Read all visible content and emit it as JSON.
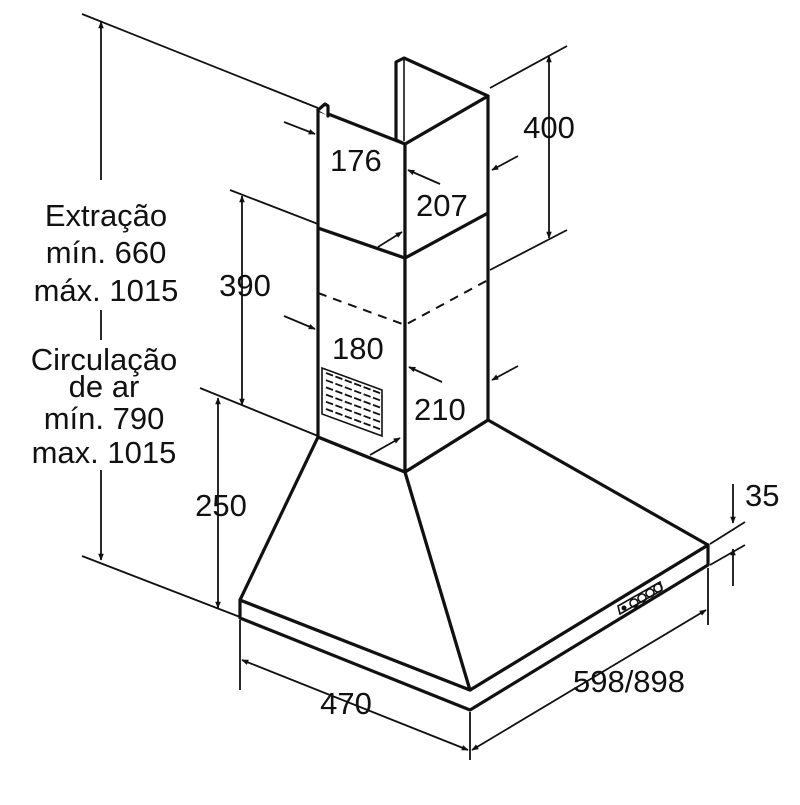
{
  "dimensions": {
    "d400": "400",
    "d176": "176",
    "d207": "207",
    "d390": "390",
    "d180": "180",
    "d210": "210",
    "d250": "250",
    "d35": "35",
    "d470": "470",
    "d598": "598/898"
  },
  "height_labels": {
    "extraction": [
      "Extração",
      "mín. 660",
      "máx. 1015"
    ],
    "recirculation": [
      "Circulação",
      "de ar",
      "mín. 790",
      "max. 1015"
    ]
  },
  "colors": {
    "line": "#111111",
    "background": "#ffffff"
  }
}
